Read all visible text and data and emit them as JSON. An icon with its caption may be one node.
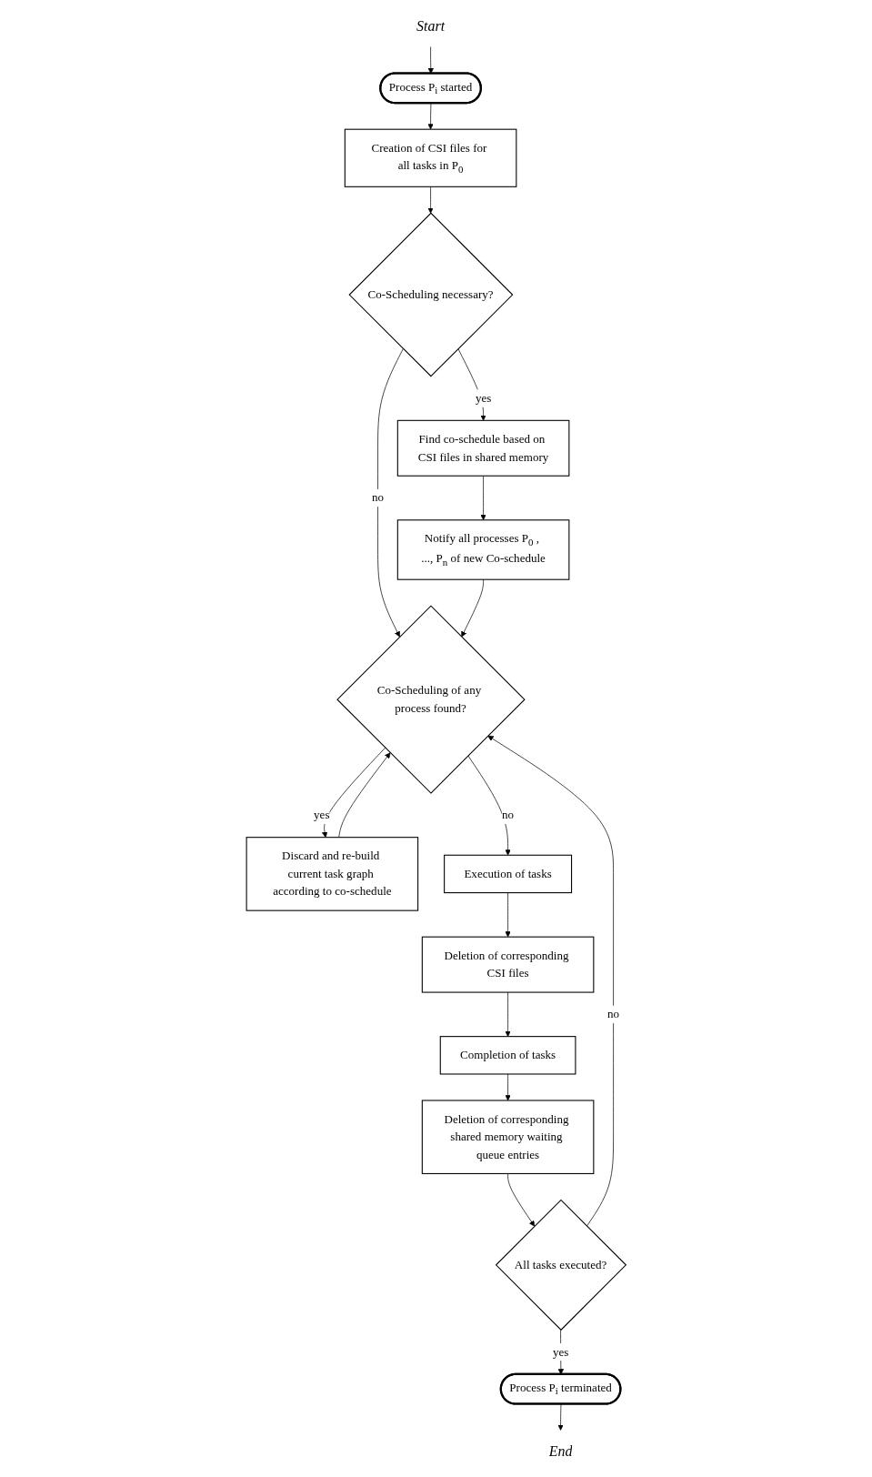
{
  "diagram": {
    "nodes": [
      {
        "text": [
          "Start"
        ]
      },
      {
        "text": [
          "Process P$_{i}$ started"
        ]
      },
      {
        "text": [
          "Creation of CSI files for all tasks in P$_{0}$"
        ]
      },
      {
        "text": [
          "Co-Scheduling necessary?"
        ]
      },
      {
        "text": [
          "Find co-schedule based on CSI files in shared memory"
        ]
      },
      {
        "text": [
          "Notify all processes P$_{0}$ , ..., P$_{n}$ of new Co-schedule"
        ]
      },
      {
        "text": [
          "Co-Scheduling of any process found?"
        ]
      },
      {
        "text": [
          "Discard and re-build current task graph according to co-schedule"
        ]
      },
      {
        "text": [
          "Execution of tasks"
        ]
      },
      {
        "text": [
          "Deletion of corresponding CSI files"
        ]
      },
      {
        "text": [
          "Completion of tasks"
        ]
      },
      {
        "text": [
          "Deletion of corresponding shared memory waiting queue entries"
        ]
      },
      {
        "text": [
          "All tasks executed?"
        ]
      },
      {
        "text": [
          "Process P$_{i}$ terminated"
        ]
      },
      {
        "text": [
          "End"
        ]
      }
    ],
    "edges": [
      {
        "from": 0,
        "to": 1,
        "arrow": "to"
      },
      {
        "from": 1,
        "to": 2,
        "arrow": "to"
      },
      {
        "from": 2,
        "to": 3,
        "arrow": "to"
      },
      {
        "from": 3,
        "to": 4,
        "arrow": "to",
        "label": "yes"
      },
      {
        "from": 3,
        "to": 6,
        "arrow": "to",
        "label": "no"
      },
      {
        "from": 4,
        "to": 5,
        "arrow": "to"
      },
      {
        "from": 5,
        "to": 6,
        "arrow": "to"
      },
      {
        "from": 6,
        "to": 7,
        "arrow": "to",
        "label": "yes"
      },
      {
        "from": 7,
        "to": 6,
        "arrow": "to"
      },
      {
        "from": 6,
        "to": 8,
        "arrow": "to",
        "label": "no"
      },
      {
        "from": 8,
        "to": 9,
        "arrow": "to"
      },
      {
        "from": 9,
        "to": 10,
        "arrow": "to"
      },
      {
        "from": 10,
        "to": 11,
        "arrow": "to"
      },
      {
        "from": 11,
        "to": 12,
        "arrow": "to"
      },
      {
        "from": 12,
        "to": 13,
        "arrow": "to",
        "label": "yes"
      },
      {
        "from": 12,
        "to": 6,
        "arrow": "to",
        "label": "no"
      },
      {
        "from": 13,
        "to": 14,
        "arrow": "to"
      }
    ]
  }
}
